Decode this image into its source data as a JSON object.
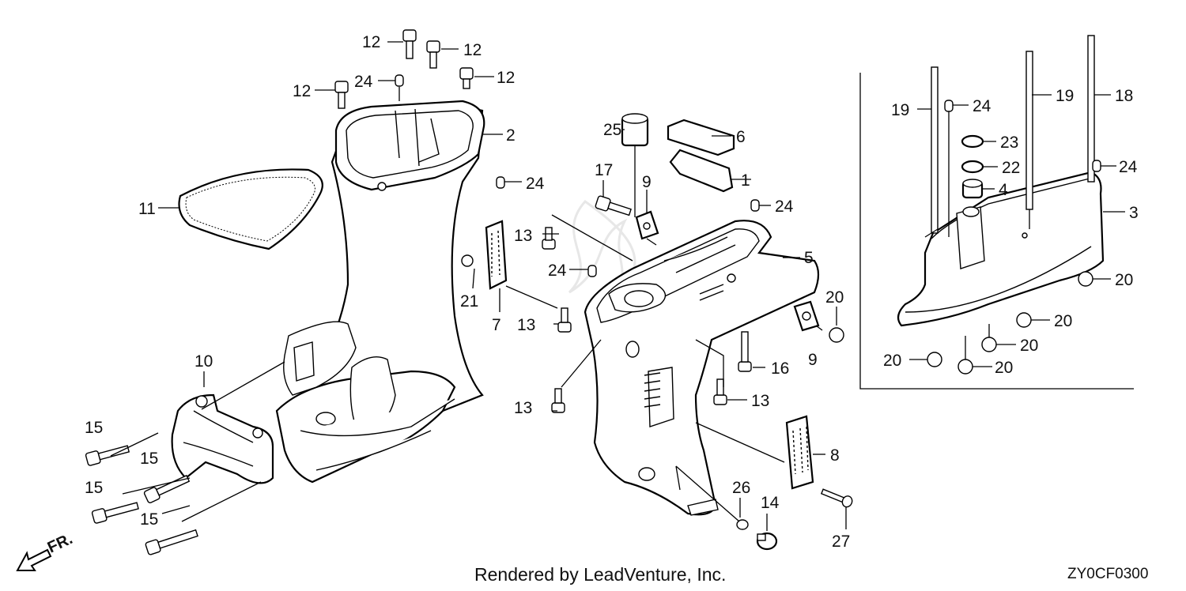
{
  "footer": {
    "credit": "Rendered by LeadVenture, Inc.",
    "code": "ZY0CF0300"
  },
  "front_marker": "FR.",
  "watermark": "",
  "labels": {
    "l12a": "12",
    "l12b": "12",
    "l12c": "12",
    "l12d": "12",
    "l24a": "24",
    "l24b": "24",
    "l24c": "24",
    "l24d": "24",
    "l24e": "24",
    "l24f": "24",
    "l2": "2",
    "l11": "11",
    "l10": "10",
    "l15a": "15",
    "l15b": "15",
    "l15c": "15",
    "l15d": "15",
    "l25": "25",
    "l6": "6",
    "l1": "1",
    "l17": "17",
    "l9a": "9",
    "l9b": "9",
    "l13a": "13",
    "l13b": "13",
    "l13c": "13",
    "l13d": "13",
    "l21": "21",
    "l7": "7",
    "l5": "5",
    "l20a": "20",
    "l16": "16",
    "l8": "8",
    "l26": "26",
    "l14": "14",
    "l27": "27",
    "l19a": "19",
    "l19b": "19",
    "l18": "18",
    "l23": "23",
    "l22": "22",
    "l4": "4",
    "l3": "3",
    "l20b": "20",
    "l20c": "20",
    "l20d": "20",
    "l20e": "20",
    "l20f": "20"
  }
}
